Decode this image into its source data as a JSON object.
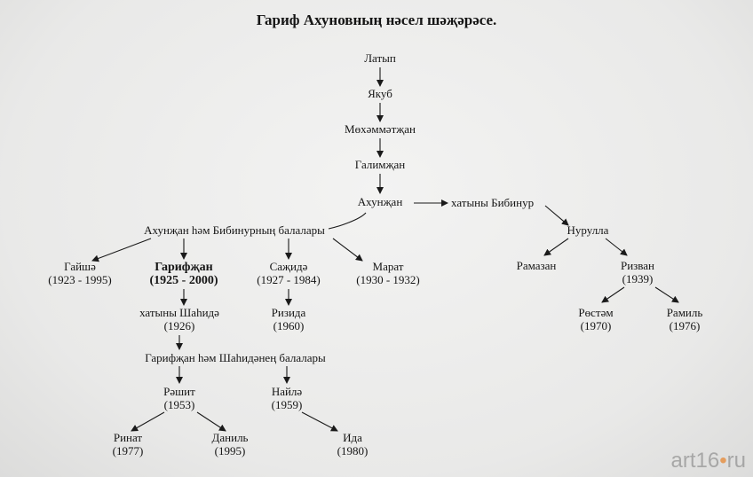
{
  "title": "Гариф Ахуновның нәсел шәҗәрәсе.",
  "ancestors": [
    "Латып",
    "Якуб",
    "Мөхәммәтҗан",
    "Галимҗан",
    "Ахунҗан"
  ],
  "wife_of_ahunjan": "хатыны Бибинур",
  "children_header": "Ахунҗан һәм Бибинурның балалары",
  "children": [
    {
      "name": "Гайшә",
      "years": "(1923 - 1995)"
    },
    {
      "name": "Гарифҗан",
      "years": "(1925 - 2000)"
    },
    {
      "name": "Саҗидә",
      "years": "(1927 - 1984)"
    },
    {
      "name": "Марат",
      "years": "(1930 - 1932)"
    }
  ],
  "garif_wife": {
    "name": "хатыны Шаһидә",
    "years": "(1926)"
  },
  "sajida_child": {
    "name": "Ризида",
    "years": "(1960)"
  },
  "garif_children_header": "Гарифҗан һәм Шаһидәнең балалары",
  "garif_children": [
    {
      "name": "Рәшит",
      "years": "(1953)"
    },
    {
      "name": "Найлә",
      "years": "(1959)"
    }
  ],
  "rashit_children": [
    {
      "name": "Ринат",
      "years": "(1977)"
    },
    {
      "name": "Даниль",
      "years": "(1995)"
    }
  ],
  "naila_child": {
    "name": "Ида",
    "years": "(1980)"
  },
  "nurulla": "Нурулла",
  "nurulla_children": [
    {
      "name": "Рамазан"
    },
    {
      "name": "Ризван",
      "years": "(1939)"
    }
  ],
  "rizvan_children": [
    {
      "name": "Рөстәм",
      "years": "(1970)"
    },
    {
      "name": "Рамиль",
      "years": "(1976)"
    }
  ],
  "watermark": {
    "prefix": "art16",
    "dot": "•",
    "suffix": "ru"
  }
}
